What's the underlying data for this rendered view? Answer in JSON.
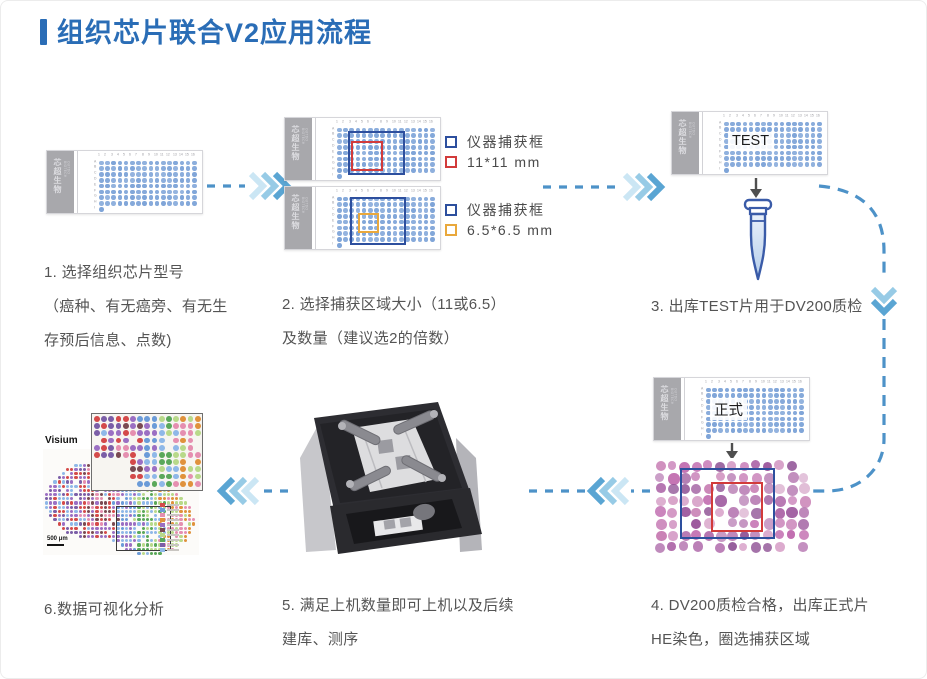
{
  "title": {
    "text": "组织芯片联合V2应用流程",
    "color": "#2a6db6"
  },
  "colors": {
    "dash": "#4d92c8",
    "chevrons": [
      "#cbe6f4",
      "#97cbe6",
      "#5aa5d3"
    ],
    "capture_blue": "#2d4f9e",
    "capture_red": "#d23b3b",
    "capture_orange": "#e9a83c",
    "slide_dot": "#7ea4d8",
    "slide_band": "#a8a8ac",
    "caption_text": "#545454",
    "solid_arrow": "#4f4f4f",
    "tube_outline": "#3a5ba8"
  },
  "slide": {
    "brand_cn": "芯超生物",
    "brand_en": "OUTDO BIOTECH",
    "col_labels": [
      "1",
      "2",
      "3",
      "4",
      "5",
      "6",
      "7",
      "8",
      "9",
      "10",
      "11",
      "12",
      "13",
      "14",
      "15",
      "16"
    ],
    "row_labels": [
      "A",
      "B",
      "C",
      "D",
      "E",
      "F",
      "G",
      "H",
      "I"
    ],
    "cols": 16,
    "rows": 8,
    "extra_dots": 1
  },
  "steps": [
    {
      "caption_lines": [
        "1. 选择组织芯片型号",
        "（癌种、有无癌旁、有无生",
        "存预后信息、点数)"
      ]
    },
    {
      "caption_lines": [
        "2. 选择捕获区域大小（11或6.5）",
        "及数量（建议选2的倍数）"
      ]
    },
    {
      "caption_lines": [
        "3. 出库TEST片用于DV200质检"
      ],
      "slide_label": "TEST"
    },
    {
      "caption_lines": [
        "4. DV200质检合格，出库正式片",
        "HE染色，圈选捕获区域"
      ],
      "slide_label": "正式"
    },
    {
      "caption_lines": [
        "5. 满足上机数量即可上机以及后续",
        "建库、测序"
      ]
    },
    {
      "caption_lines": [
        "6.数据可视化分析"
      ]
    }
  ],
  "legend": {
    "items": [
      {
        "swatch_color": "#2d4f9e",
        "label": "仪器捕获框"
      },
      {
        "swatch_color": "#d23b3b",
        "label": "11*11 mm"
      },
      {
        "swatch_color": "#2d4f9e",
        "label": "仪器捕获框"
      },
      {
        "swatch_color": "#e9a83c",
        "label": "6.5*6.5 mm"
      }
    ]
  },
  "visium": {
    "label": "Visium",
    "scale_bar": "500 μm",
    "cluster_colors": [
      "#d44a4a",
      "#6b9bd8",
      "#e58fb0",
      "#e0923c",
      "#9b6fc3",
      "#7a4a52",
      "#b8d98a",
      "#5aa85a",
      "#7b5ea7",
      "#8fb8e8"
    ]
  },
  "he_palette": [
    "#c981b5",
    "#b06bab",
    "#cf8fc0",
    "#9e5a9e",
    "#d8a3c9",
    "#b97fb5",
    "#8d4f93",
    "#c06aae",
    "#e0bcd6"
  ]
}
